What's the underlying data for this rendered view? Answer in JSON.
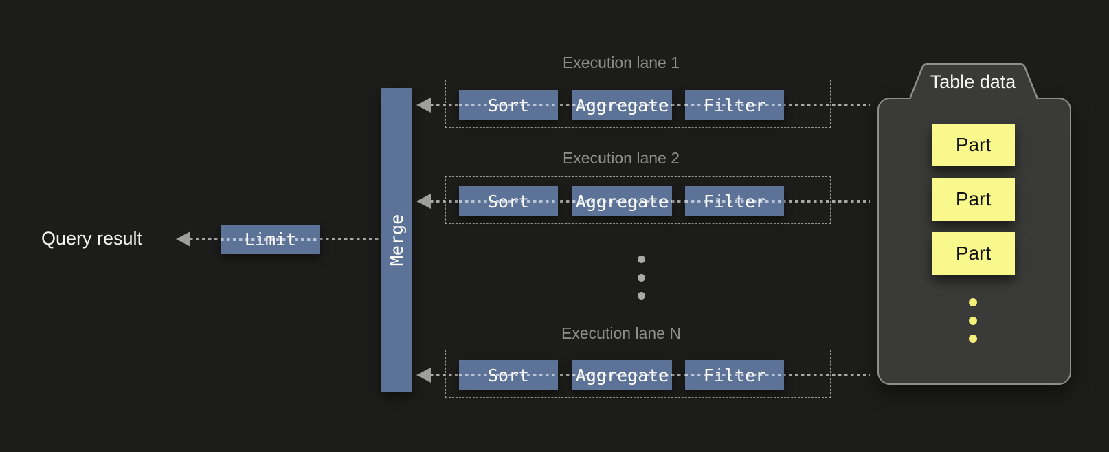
{
  "diagram": {
    "title_hint": "Parallel query execution pipeline",
    "query_result_label": "Query result",
    "limit_label": "Limit",
    "merge_label": "Merge",
    "lanes": [
      {
        "title": "Execution lane 1",
        "operators": [
          "Sort",
          "Aggregate",
          "Filter"
        ]
      },
      {
        "title": "Execution lane 2",
        "operators": [
          "Sort",
          "Aggregate",
          "Filter"
        ]
      },
      {
        "title": "Execution lane N",
        "operators": [
          "Sort",
          "Aggregate",
          "Filter"
        ]
      }
    ],
    "lane_ellipsis_dot_count": 3,
    "table_data": {
      "title": "Table data",
      "parts": [
        "Part",
        "Part",
        "Part"
      ],
      "ellipsis_dot_count": 3
    }
  },
  "colors": {
    "background": "#1c1c1b",
    "operator_box": "#5c7297",
    "part_box": "#f8f88c",
    "table_container_fill": "#3a3a38",
    "table_container_border": "#8e8e8a",
    "dotted_line": "#a8a8a6",
    "arrowhead": "#9e9e9c",
    "lane_title": "#8f8f8d",
    "text_light": "#f2f2f1"
  }
}
